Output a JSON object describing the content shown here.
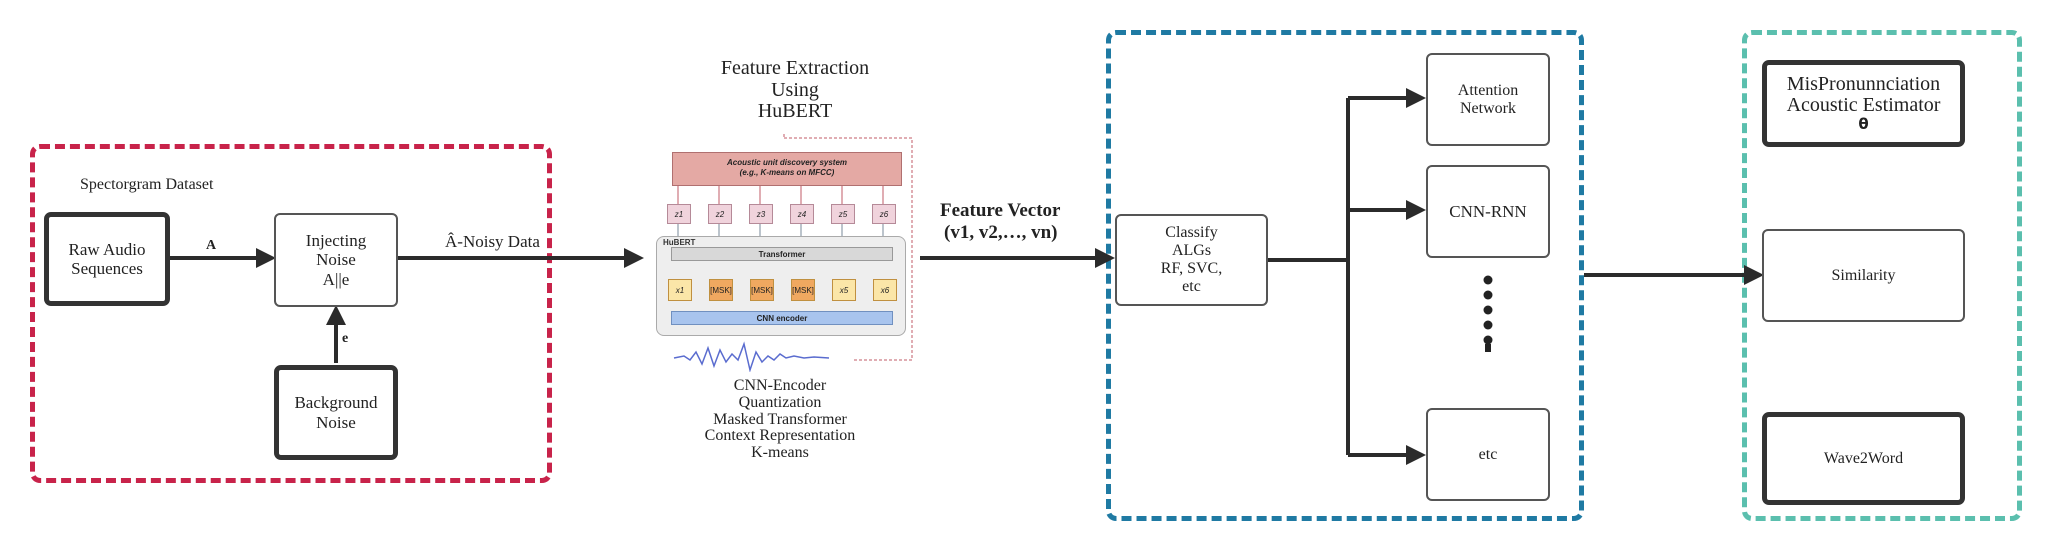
{
  "colors": {
    "red_group": "#c8234a",
    "blue_group": "#1f7aa3",
    "teal_group": "#5bbfae",
    "arrow": "#2b2b2b"
  },
  "dataset": {
    "title": "Spectorgram Dataset",
    "raw_audio": "Raw Audio\nSequences",
    "injecting_noise": "Injecting\nNoise\nA||e",
    "background_noise": "Background\nNoise",
    "edge_a": "A",
    "edge_e": "e",
    "noisy_data": "Â-Noisy Data"
  },
  "hubert": {
    "title": "Feature Extraction\nUsing\nHuBERT",
    "discovery_line1": "Acoustic unit discovery system",
    "discovery_line2": "(e.g., K-means on MFCC)",
    "z_tokens": [
      "z1",
      "z2",
      "z3",
      "z4",
      "z5",
      "z6"
    ],
    "panel_label": "HuBERT",
    "transformer": "Transformer",
    "x_tokens": [
      "x1",
      "[MSK]",
      "[MSK]",
      "[MSK]",
      "x5",
      "x6"
    ],
    "cnn_encoder": "CNN encoder",
    "steps": "CNN-Encoder\nQuantization\nMasked Transformer\nContext Representation\nK-means"
  },
  "feature_vector": {
    "title": "Feature Vector",
    "values": "(v1, v2,…, vn)"
  },
  "classify": {
    "main": "Classify\nALGs\nRF, SVC,\netc",
    "attention": "Attention\nNetwork",
    "cnn_rnn": "CNN-RNN",
    "etc": "etc"
  },
  "estimator": {
    "title": "MisPronunnciation\nAcoustic Estimator",
    "theta": "θ",
    "similarity": "Similarity",
    "wave2word": "Wave2Word"
  }
}
